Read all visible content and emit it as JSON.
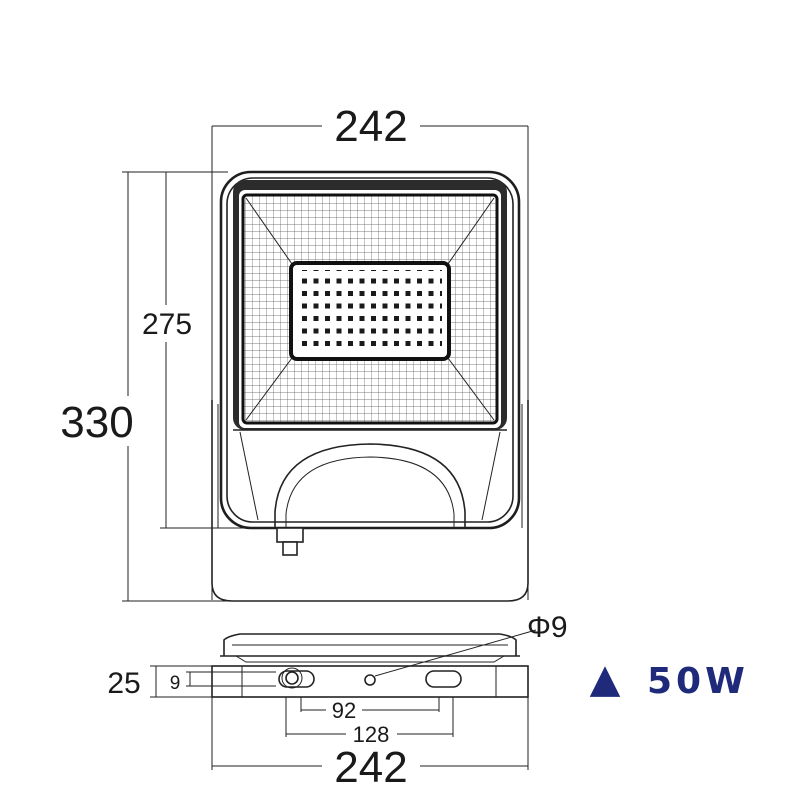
{
  "front_view": {
    "width_label": "242",
    "height_total_label": "330",
    "height_body_label": "275"
  },
  "side_view": {
    "hole_label": "Φ9",
    "depth_label": "25",
    "offset_label": "9",
    "spacing_inner_label": "92",
    "spacing_outer_label": "128",
    "width_label": "242"
  },
  "badge": {
    "symbol": "▲",
    "power_label": "50W",
    "color": "#1f2b7a"
  },
  "colors": {
    "line": "#222222",
    "accent": "#1f2b7a"
  }
}
